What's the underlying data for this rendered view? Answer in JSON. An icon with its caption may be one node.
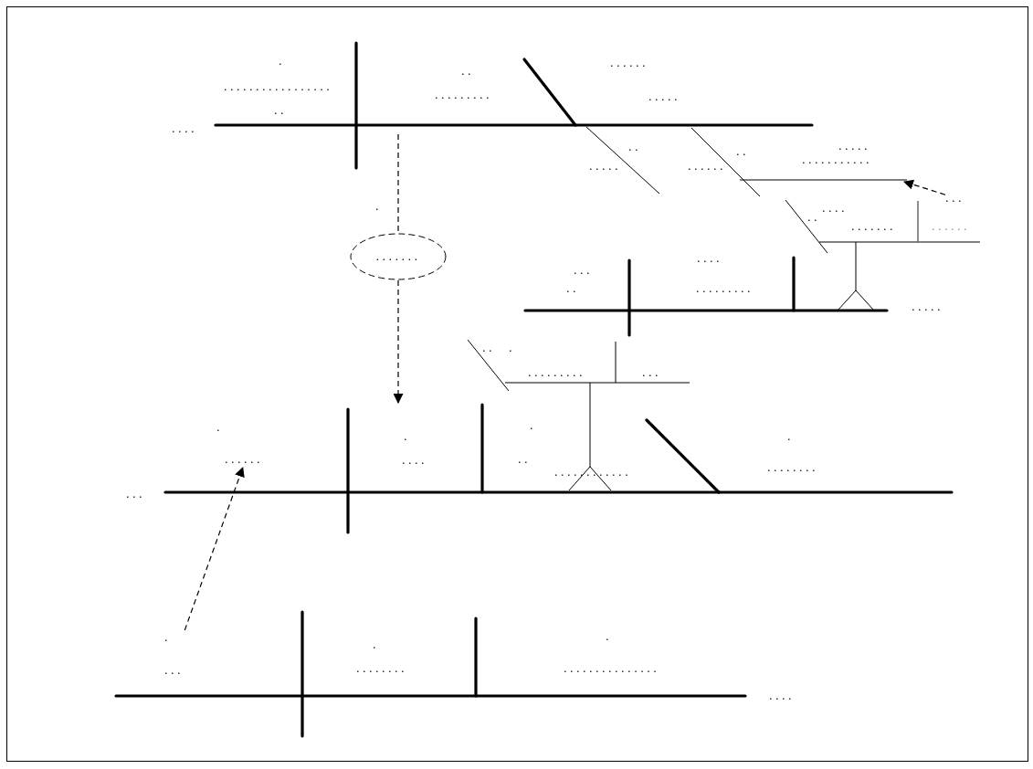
{
  "diagram": {
    "nodes": [
      {
        "text": [
          "......."
        ]
      },
      {
        "text": [
          "......"
        ]
      },
      {
        "text": [
          "..."
        ]
      },
      {
        "text": [
          ".",
          "..."
        ]
      }
    ],
    "edges": [
      {
        "from": null,
        "to": 0,
        "arrow": "none",
        "style": "dashed"
      },
      {
        "from": 0,
        "to": null,
        "arrow": "to",
        "style": "dashed"
      },
      {
        "from": 3,
        "to": 1,
        "arrow": "to",
        "style": "dashed"
      },
      {
        "from": 2,
        "to": null,
        "arrow": "to",
        "style": "dashed"
      }
    ],
    "labels": [
      "......",
      "..",
      ".",
      ".................",
      ".........",
      ".....",
      "..",
      "....",
      ".....",
      "..",
      "..",
      "...........",
      ".....",
      "......",
      ".",
      "....",
      "..",
      ".......",
      "......",
      "...",
      "....",
      "..",
      ".........",
      ".....",
      "..",
      ".",
      ".........",
      "...",
      ".",
      ".",
      ".",
      ".",
      "....",
      "..",
      "............",
      "........",
      "...",
      ".",
      ".",
      "........",
      "...............",
      "...."
    ]
  }
}
